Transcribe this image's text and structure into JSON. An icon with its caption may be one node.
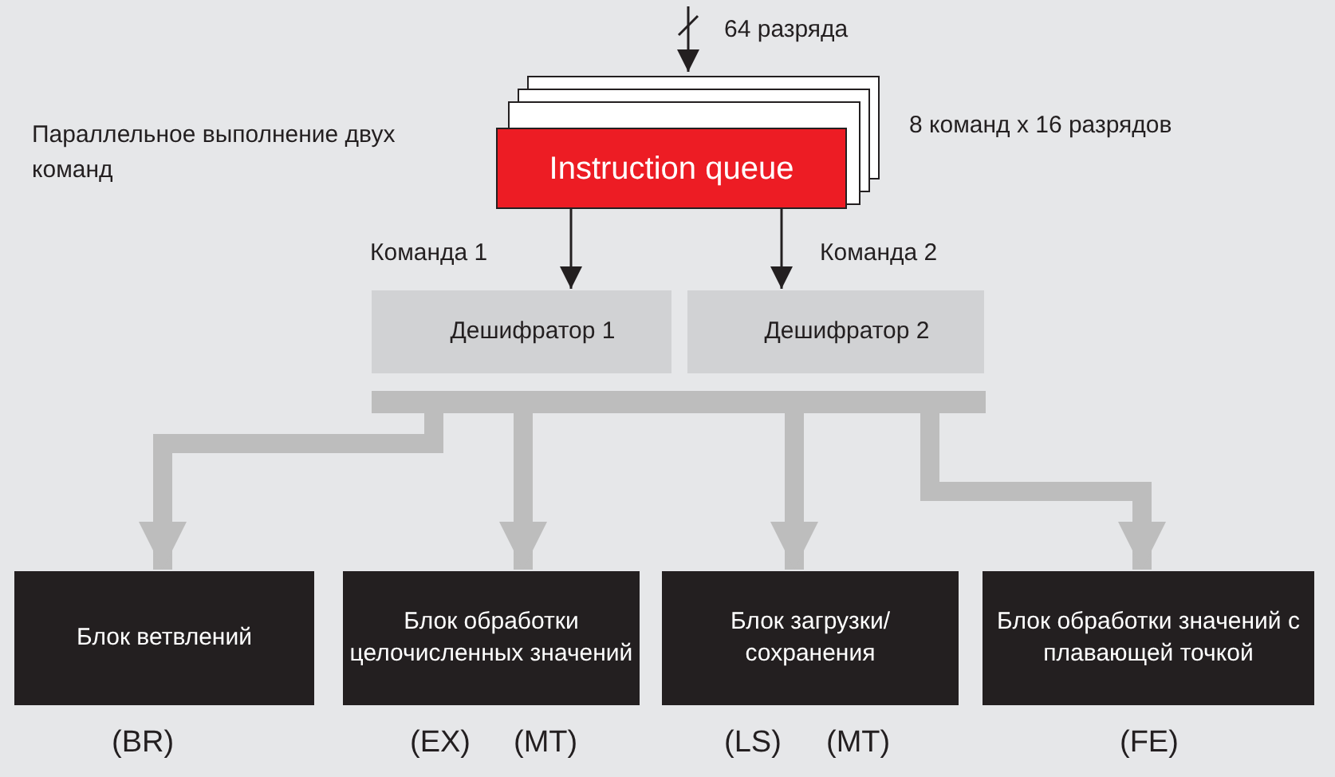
{
  "diagram": {
    "nodes": [
      {
        "text": [
          "Instruction queue"
        ],
        "beside": [
          "8 команд  x 16 разрядов"
        ]
      },
      {
        "text": [
          "Дешифратор 1"
        ]
      },
      {
        "text": [
          "Дешифратор 2"
        ]
      },
      {
        "text": [],
        "shape": "bar"
      },
      {
        "text": [
          "Блок ветвлений"
        ],
        "beside": [
          "(BR)"
        ]
      },
      {
        "text": [
          "Блок обработки целочисленных значений"
        ],
        "beside": [
          "(EX)",
          "(MT)"
        ]
      },
      {
        "text": [
          "Блок загрузки/ сохранения"
        ],
        "beside": [
          "(LS)",
          "(MT)"
        ]
      },
      {
        "text": [
          "Блок обработки значений с плавающей точкой"
        ],
        "beside": [
          "(FE)"
        ]
      }
    ],
    "edges": [
      {
        "from": null,
        "to": 0,
        "arrow": "to",
        "label": "64 разряда",
        "color": "#231f20"
      },
      {
        "from": 0,
        "to": 1,
        "arrow": "to",
        "label": "Команда 1",
        "color": "#231f20"
      },
      {
        "from": 0,
        "to": 2,
        "arrow": "to",
        "label": "Команда 2",
        "color": "#231f20"
      },
      {
        "from": 3,
        "to": 4,
        "arrow": "to"
      },
      {
        "from": 3,
        "to": 5,
        "arrow": "to"
      },
      {
        "from": 3,
        "to": 6,
        "arrow": "to"
      },
      {
        "from": 3,
        "to": 7,
        "arrow": "to"
      }
    ],
    "labels": [
      "Параллельное выполнение двух команд"
    ]
  }
}
